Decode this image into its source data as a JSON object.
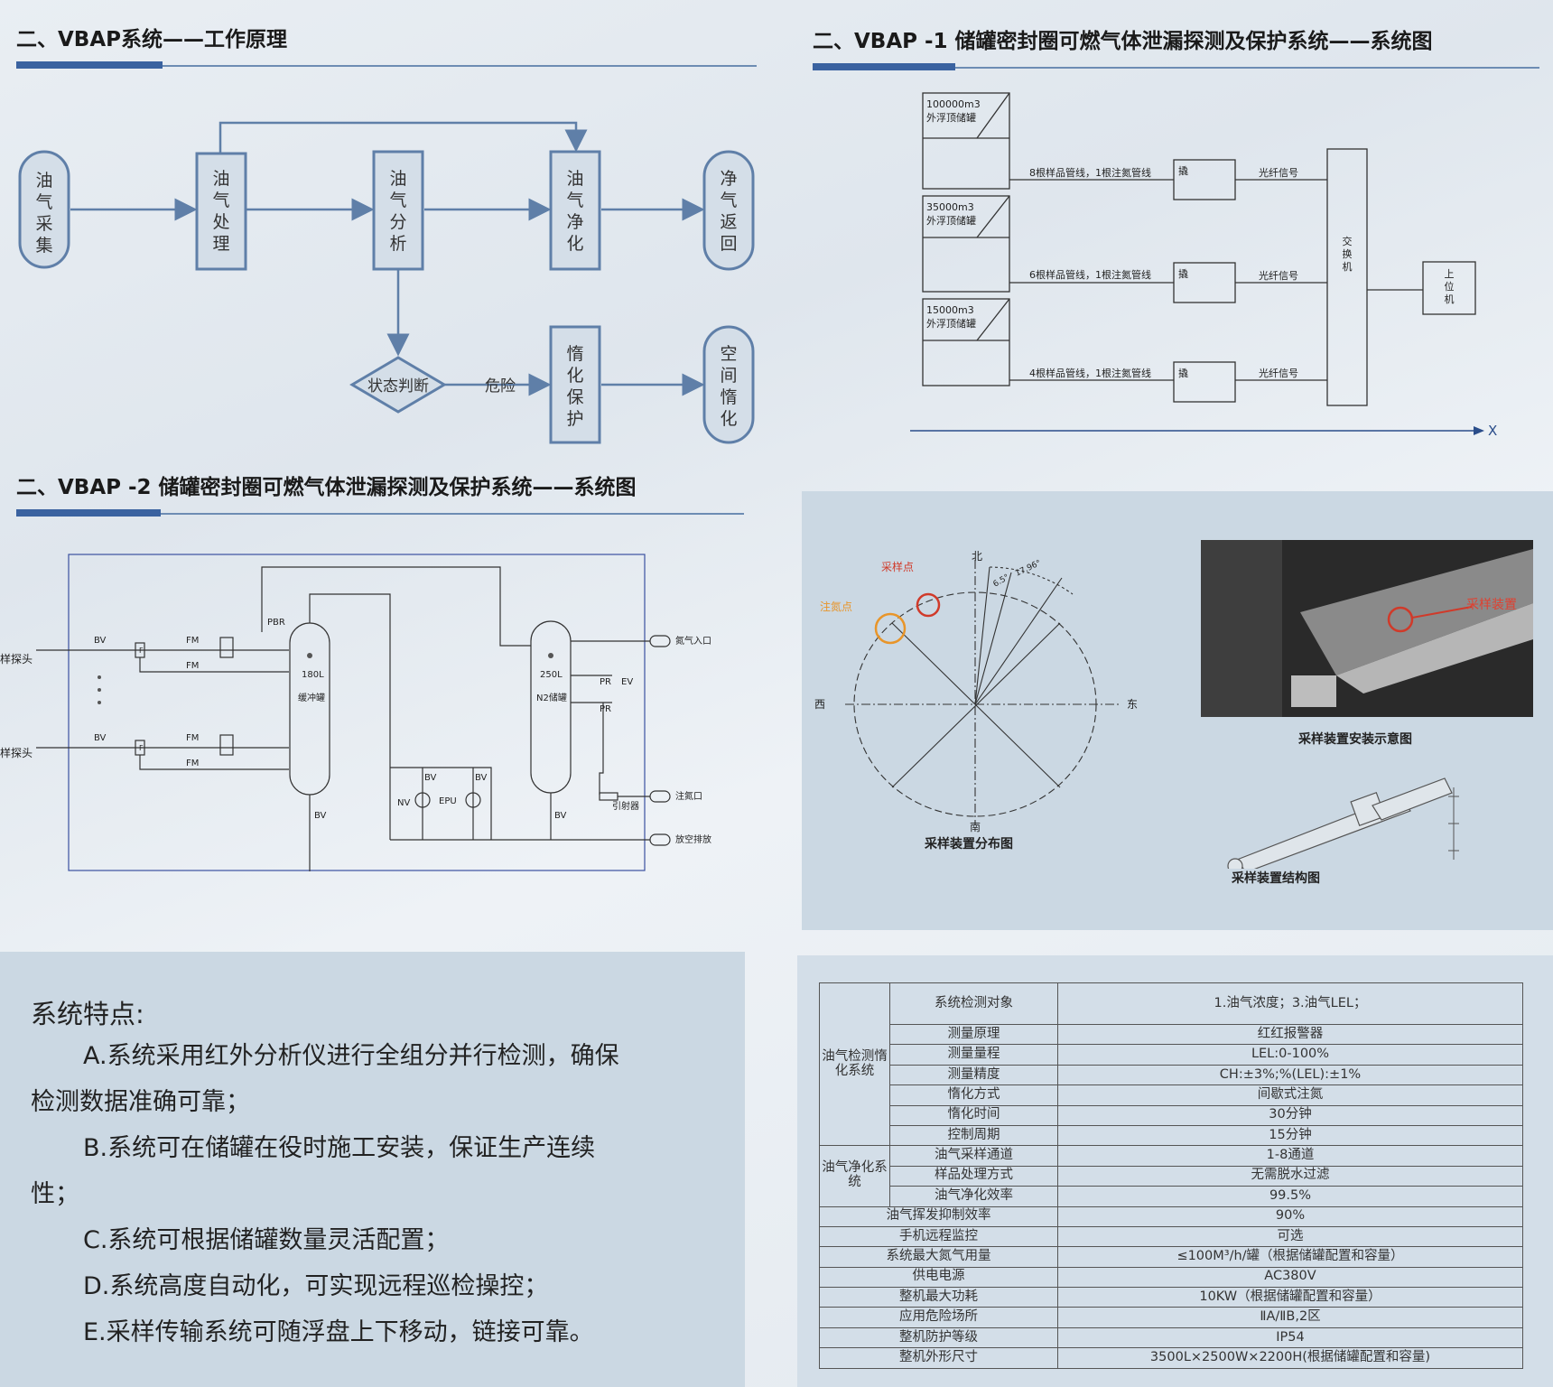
{
  "section1": {
    "title": "二、VBAP系统——工作原理",
    "nodes": {
      "collect": [
        "油",
        "气",
        "采",
        "集"
      ],
      "process": [
        "油",
        "气",
        "处",
        "理"
      ],
      "analyze": [
        "油",
        "气",
        "分",
        "析"
      ],
      "purify": [
        "油",
        "气",
        "净",
        "化"
      ],
      "return": [
        "净",
        "气",
        "返",
        "回"
      ],
      "judge": "状态判断",
      "danger": "危险",
      "inert_protect": [
        "惰",
        "化",
        "保",
        "护"
      ],
      "space_inert": [
        "空",
        "间",
        "惰",
        "化"
      ]
    }
  },
  "section2": {
    "title": "二、VBAP -1 储罐密封圈可燃气体泄漏探测及保护系统——系统图",
    "tanks": [
      {
        "cap": "100000m3",
        "name": "外浮顶储罐",
        "line": "8根样品管线，1根注氮管线"
      },
      {
        "cap": "35000m3",
        "name": "外浮顶储罐",
        "line": "6根样品管线，1根注氮管线"
      },
      {
        "cap": "15000m3",
        "name": "外浮顶储罐",
        "line": "4根样品管线，1根注氮管线"
      }
    ],
    "box_label": "撬",
    "fiber": "光纤信号",
    "switch": [
      "交",
      "换",
      "机"
    ],
    "host": [
      "上",
      "位",
      "机"
    ],
    "axis": "X"
  },
  "section3": {
    "title": "二、VBAP -2 储罐密封圈可燃气体泄漏探测及保护系统——系统图",
    "probe1": "样探头",
    "probe2": "样探头",
    "buffer_vol": "180L",
    "buffer_name": "缓冲罐",
    "n2_vol": "250L",
    "n2_name": "N2储罐",
    "n2_in": "氮气入口",
    "n2_out": "注氮口",
    "vent": "放空排放",
    "ejector": "引射器",
    "pbr": "PBR",
    "bv": "BV",
    "fm": "FM",
    "f": "F",
    "pr": "PR",
    "ev": "EV",
    "epu": "EPU",
    "nv": "NV"
  },
  "sampling": {
    "north": "北",
    "south": "南",
    "east": "东",
    "west": "西",
    "sample_point": "采样点",
    "n2_point": "注氮点",
    "dist_caption": "采样装置分布图",
    "install_caption": "采样装置安装示意图",
    "struct_caption": "采样装置结构图",
    "device_label": "采样装置",
    "angle_labels": [
      "6.5°",
      "17.96°"
    ]
  },
  "features": {
    "title": "系统特点:",
    "lines": [
      "A.系统采用红外分析仪进行全组分并行检测，确保",
      "检测数据准确可靠；",
      "B.系统可在储罐在役时施工安装，保证生产连续",
      "性；",
      "C.系统可根据储罐数量灵活配置；",
      "D.系统高度自动化，可实现远程巡检操控；",
      "E.采样传输系统可随浮盘上下移动，链接可靠。"
    ]
  },
  "spec": {
    "group1": "油气检测惰化系统",
    "group2": "油气净化系统",
    "rows1": [
      [
        "系统检测对象",
        "1.油气浓度；3.油气LEL；"
      ],
      [
        "测量原理",
        "红红报警器"
      ],
      [
        "测量量程",
        "LEL:0-100%"
      ],
      [
        "测量精度",
        "CH:±3%;%(LEL):±1%"
      ],
      [
        "惰化方式",
        "间歇式注氮"
      ],
      [
        "惰化时间",
        "30分钟"
      ],
      [
        "控制周期",
        "15分钟"
      ]
    ],
    "rows2": [
      [
        "油气采样通道",
        "1-8通道"
      ],
      [
        "样品处理方式",
        "无需脱水过滤"
      ],
      [
        "油气净化效率",
        "99.5%"
      ]
    ],
    "rows3": [
      [
        "油气挥发抑制效率",
        "90%"
      ],
      [
        "手机远程监控",
        "可选"
      ],
      [
        "系统最大氮气用量",
        "≤100M³/h/罐（根据储罐配置和容量）"
      ],
      [
        "供电电源",
        "AC380V"
      ],
      [
        "整机最大功耗",
        "10KW（根据储罐配置和容量）"
      ],
      [
        "应用危险场所",
        "ⅡA/ⅡB,2区"
      ],
      [
        "整机防护等级",
        "IP54"
      ],
      [
        "整机外形尺寸",
        "3500L×2500W×2200H(根据储罐配置和容量)"
      ]
    ]
  }
}
